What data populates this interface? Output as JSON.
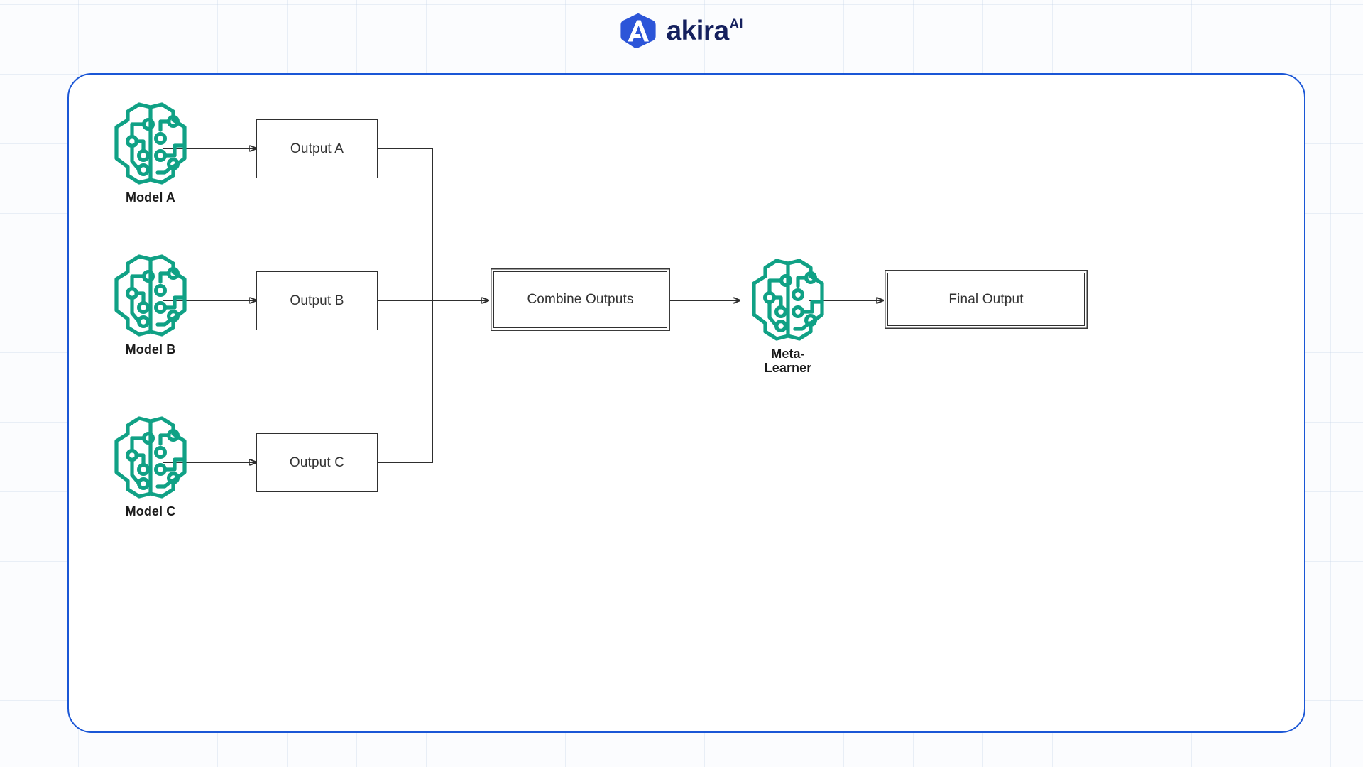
{
  "brand": {
    "logo_icon": "akira-shield-logo-icon",
    "wordmark": "akira",
    "superscript": "AI",
    "logo_blue": "#2c55d8",
    "wordmark_navy": "#15205e"
  },
  "colors": {
    "card_border_blue": "#1a56d6",
    "brain_teal": "#10a185",
    "connector_gray": "#2e2e2e",
    "box_border": "#2f2f2f",
    "page_bg": "#f2f6fc",
    "canvas_bg": "#ffffff"
  },
  "diagram": {
    "type": "stacking-ensemble-flow",
    "models": [
      {
        "id": "model-a",
        "label": "Model A",
        "icon": "brain-circuit-icon"
      },
      {
        "id": "model-b",
        "label": "Model B",
        "icon": "brain-circuit-icon"
      },
      {
        "id": "model-c",
        "label": "Model C",
        "icon": "brain-circuit-icon"
      }
    ],
    "outputs": [
      {
        "id": "output-a",
        "label": "Output A"
      },
      {
        "id": "output-b",
        "label": "Output B"
      },
      {
        "id": "output-c",
        "label": "Output C"
      }
    ],
    "combine": {
      "id": "combine-outputs",
      "label": "Combine Outputs"
    },
    "meta_learner": {
      "id": "meta-learner",
      "icon": "brain-circuit-icon",
      "label_line1": "Meta-",
      "label_line2": "Learner"
    },
    "final": {
      "id": "final-output",
      "label": "Final Output"
    },
    "edges": [
      {
        "from": "model-a",
        "to": "output-a",
        "style": "arrow"
      },
      {
        "from": "model-b",
        "to": "output-b",
        "style": "arrow"
      },
      {
        "from": "model-c",
        "to": "output-c",
        "style": "arrow"
      },
      {
        "from": "output-a",
        "to": "combine-outputs",
        "style": "elbow"
      },
      {
        "from": "output-b",
        "to": "combine-outputs",
        "style": "arrow"
      },
      {
        "from": "output-c",
        "to": "combine-outputs",
        "style": "elbow"
      },
      {
        "from": "combine-outputs",
        "to": "meta-learner",
        "style": "arrow"
      },
      {
        "from": "meta-learner",
        "to": "final-output",
        "style": "arrow"
      }
    ]
  }
}
